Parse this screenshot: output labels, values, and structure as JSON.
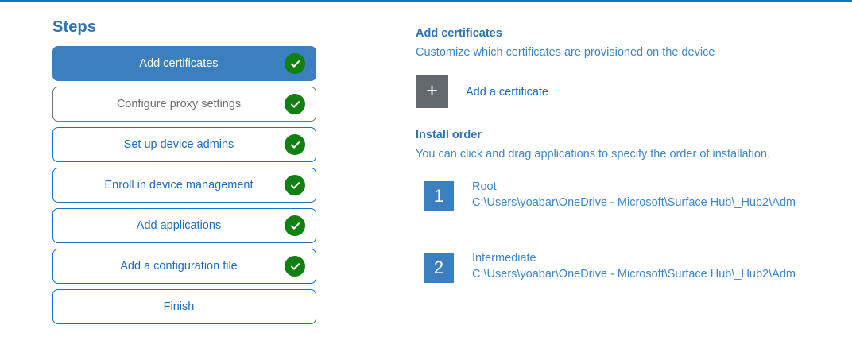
{
  "theme": {
    "accent_rule": "#0078c8",
    "primary_blue": "#3c7fbf",
    "link_blue": "#1b6ec2",
    "heading_blue": "#2d73b4",
    "body_blue": "#3d86c6",
    "check_green": "#108010",
    "tile_gray": "#64696e",
    "muted_gray": "#6d6d6d"
  },
  "steps_panel": {
    "title": "Steps",
    "items": [
      {
        "label": "Add certificates",
        "state": "active",
        "completed": true,
        "check_icon": "check-circle-icon"
      },
      {
        "label": "Configure proxy settings",
        "state": "muted",
        "completed": true,
        "check_icon": "check-circle-icon"
      },
      {
        "label": "Set up device admins",
        "state": "default",
        "completed": true,
        "check_icon": "check-circle-icon"
      },
      {
        "label": "Enroll in device management",
        "state": "default",
        "completed": true,
        "check_icon": "check-circle-icon"
      },
      {
        "label": "Add applications",
        "state": "default",
        "completed": true,
        "check_icon": "check-circle-icon"
      },
      {
        "label": "Add a configuration file",
        "state": "default",
        "completed": true,
        "check_icon": "check-circle-icon"
      },
      {
        "label": "Finish",
        "state": "default",
        "completed": false,
        "check_icon": ""
      }
    ]
  },
  "detail_panel": {
    "heading": "Add certificates",
    "subheading": "Customize which certificates are provisioned on the device",
    "add_certificate": {
      "plus_icon": "plus-icon",
      "plus_glyph": "+",
      "label": "Add a certificate"
    },
    "install_order": {
      "heading": "Install order",
      "description": "You can click and drag applications to specify the order of installation.",
      "items": [
        {
          "number": "1",
          "name": "Root",
          "path": "C:\\Users\\yoabar\\OneDrive - Microsoft\\Surface Hub\\_Hub2\\Adm"
        },
        {
          "number": "2",
          "name": "Intermediate",
          "path": "C:\\Users\\yoabar\\OneDrive - Microsoft\\Surface Hub\\_Hub2\\Adm"
        }
      ]
    }
  }
}
